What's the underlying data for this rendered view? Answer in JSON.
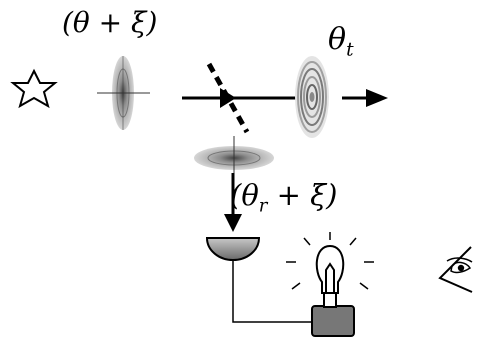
{
  "labels": {
    "input_state": {
      "prefix": "(θ + ξ)",
      "suffix": ""
    },
    "transmitted": {
      "base": "θ",
      "sub": "t"
    },
    "reflected": {
      "base": "(θ",
      "sub": "r",
      "tail": " + ξ)"
    }
  },
  "colors": {
    "ring_dark": "#6b6b6b",
    "ring_mid": "#9a9a9a",
    "ring_light": "#cfcfcf",
    "lamp_box": "#777777",
    "detector": "#8c8c8c"
  },
  "icons": [
    "star-icon",
    "beam-splitter-icon",
    "detector-icon",
    "light-bulb-icon",
    "eye-icon"
  ]
}
